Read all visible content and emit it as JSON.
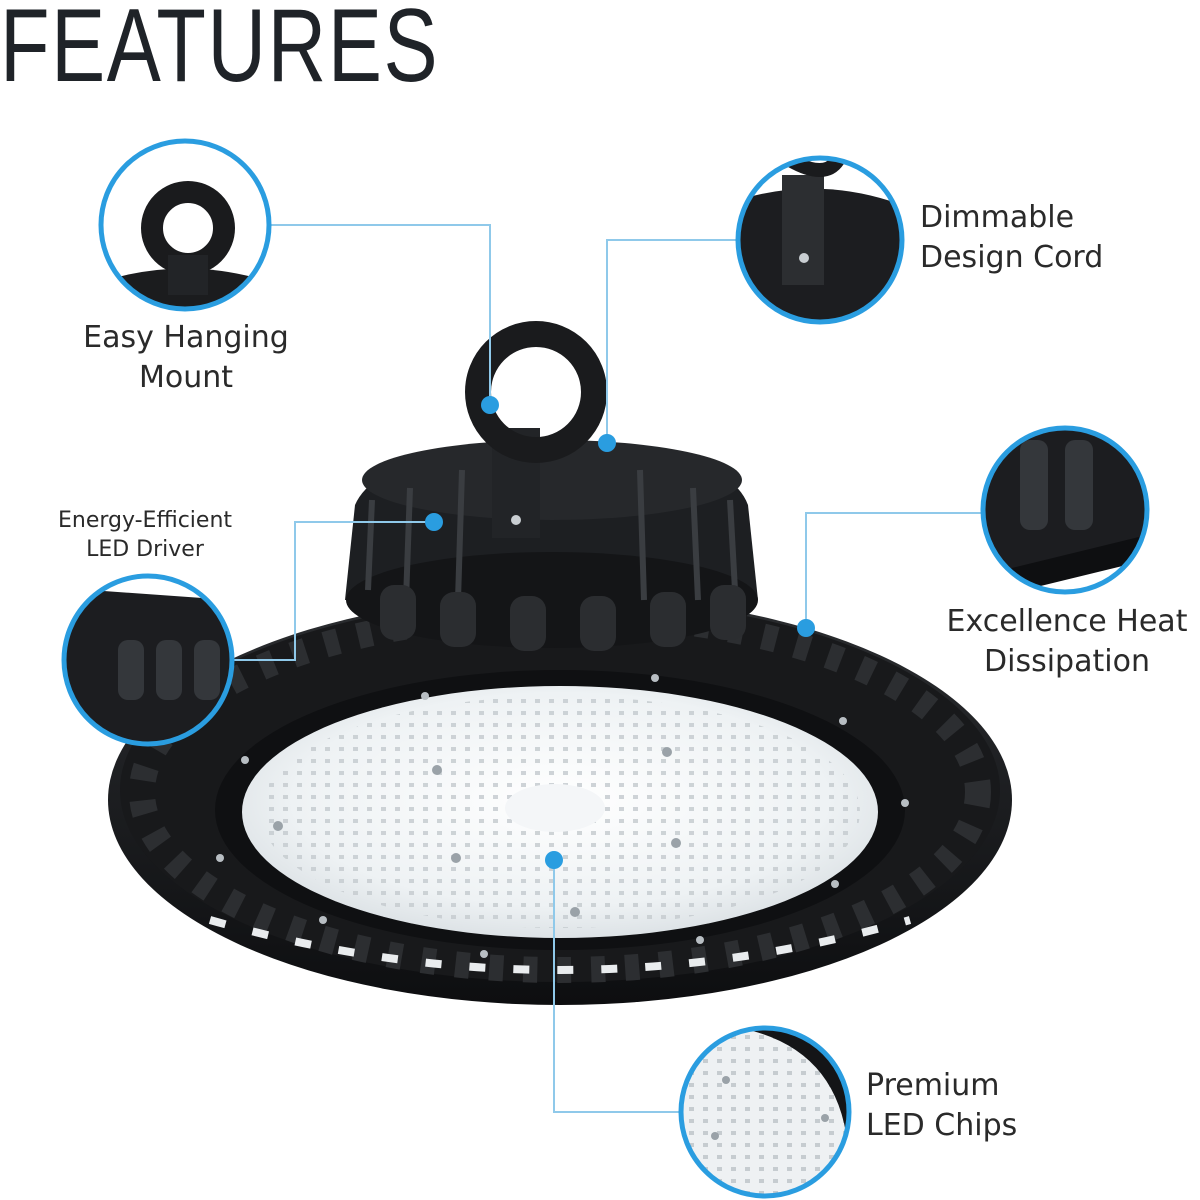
{
  "title": "FEATURES",
  "accent_color": "#2a9de0",
  "features": {
    "hanging": {
      "line1": "Easy Hanging",
      "line2": "Mount"
    },
    "cord": {
      "line1": "Dimmable",
      "line2": "Design Cord"
    },
    "driver": {
      "line1": "Energy-Efficient",
      "line2": "LED Driver"
    },
    "heat": {
      "line1": "Excellence Heat",
      "line2": "Dissipation"
    },
    "chips": {
      "line1": "Premium",
      "line2": "LED Chips"
    }
  }
}
